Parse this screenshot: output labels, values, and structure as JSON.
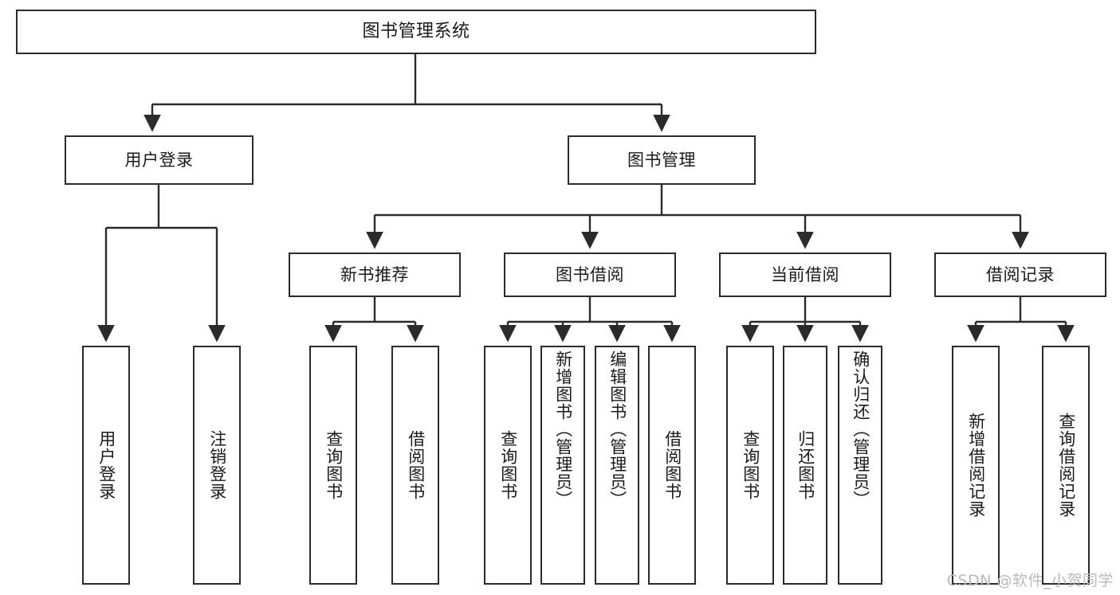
{
  "diagram": {
    "title_node": {
      "id": "root",
      "label": "图书管理系统"
    },
    "level2": [
      {
        "id": "user-login",
        "label": "用户登录"
      },
      {
        "id": "book-management",
        "label": "图书管理"
      }
    ],
    "level3": [
      {
        "id": "new-book-recommend",
        "label": "新书推荐"
      },
      {
        "id": "book-borrow",
        "label": "图书借阅"
      },
      {
        "id": "current-borrow",
        "label": "当前借阅"
      },
      {
        "id": "borrow-record",
        "label": "借阅记录"
      }
    ],
    "leaves": [
      {
        "id": "leaf-user-login",
        "label": "用户登录",
        "parent": "user-login"
      },
      {
        "id": "leaf-logout",
        "label": "注销登录",
        "parent": "user-login"
      },
      {
        "id": "leaf-query-book-1",
        "label": "查询图书",
        "parent": "new-book-recommend"
      },
      {
        "id": "leaf-borrow-book-1",
        "label": "借阅图书",
        "parent": "new-book-recommend"
      },
      {
        "id": "leaf-query-book-2",
        "label": "查询图书",
        "parent": "book-borrow"
      },
      {
        "id": "leaf-add-book",
        "label": "新增图书（管理员）",
        "parent": "book-borrow"
      },
      {
        "id": "leaf-edit-book",
        "label": "编辑图书（管理员）",
        "parent": "book-borrow"
      },
      {
        "id": "leaf-borrow-book-2",
        "label": "借阅图书",
        "parent": "book-borrow"
      },
      {
        "id": "leaf-query-book-3",
        "label": "查询图书",
        "parent": "current-borrow"
      },
      {
        "id": "leaf-return-book",
        "label": "归还图书",
        "parent": "current-borrow"
      },
      {
        "id": "leaf-confirm-return",
        "label": "确认归还（管理员）",
        "parent": "current-borrow"
      },
      {
        "id": "leaf-add-record",
        "label": "新增借阅记录",
        "parent": "borrow-record"
      },
      {
        "id": "leaf-query-record",
        "label": "查询借阅记录",
        "parent": "borrow-record"
      }
    ],
    "colors": {
      "stroke": "#2b2b2b",
      "fill": "#ffffff",
      "text": "#1a1a1a",
      "watermark": "#b9b9b9"
    }
  },
  "watermark": {
    "text": "CSDN @软件_小贺同学"
  }
}
